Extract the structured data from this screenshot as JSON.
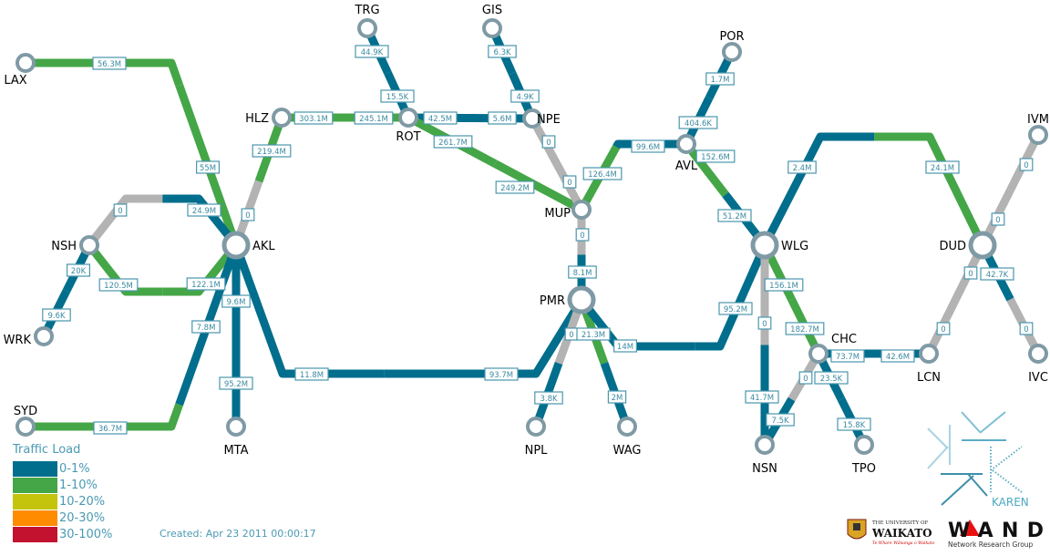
{
  "colors": {
    "0-1%": "#006e8c",
    "1-10%": "#44a647",
    "10-20%": "#c3c40b",
    "20-30%": "#ff8c00",
    "30-100%": "#c3122f",
    "none": "#b3b3b3",
    "node_ring": "#7f9aa5"
  },
  "legend": {
    "title": "Traffic Load",
    "items": [
      {
        "label": "0-1%",
        "color": "#006e8c"
      },
      {
        "label": "1-10%",
        "color": "#44a647"
      },
      {
        "label": "10-20%",
        "color": "#c3c40b"
      },
      {
        "label": "20-30%",
        "color": "#ff8c00"
      },
      {
        "label": "30-100%",
        "color": "#c3122f"
      }
    ]
  },
  "created": "Created: Apr 23 2011 00:00:17",
  "nodes": [
    "LAX",
    "TRG",
    "GIS",
    "POR",
    "HLZ",
    "ROT",
    "NPE",
    "AVL",
    "IVM",
    "MUP",
    "NSH",
    "AKL",
    "WLG",
    "DUD",
    "PMR",
    "WRK",
    "CHC",
    "LCN",
    "IVC",
    "SYD",
    "MTA",
    "NPL",
    "WAG",
    "NSN",
    "TPO"
  ],
  "links": [
    {
      "from": "LAX",
      "to": "AKL",
      "a": {
        "label": "56.3M",
        "load": "1-10%"
      },
      "b": {
        "label": "55M",
        "load": "1-10%"
      }
    },
    {
      "from": "TRG",
      "to": "ROT",
      "a": {
        "label": "44.9K",
        "load": "0-1%"
      },
      "b": {
        "label": "15.5K",
        "load": "0-1%"
      }
    },
    {
      "from": "GIS",
      "to": "NPE",
      "a": {
        "label": "6.3K",
        "load": "0-1%"
      },
      "b": {
        "label": "4.9K",
        "load": "0-1%"
      }
    },
    {
      "from": "POR",
      "to": "AVL",
      "a": {
        "label": "1.7M",
        "load": "0-1%"
      },
      "b": {
        "label": "404.6K",
        "load": "0-1%"
      }
    },
    {
      "from": "HLZ",
      "to": "ROT",
      "a": {
        "label": "303.1M",
        "load": "1-10%"
      },
      "b": {
        "label": "245.1M",
        "load": "1-10%"
      }
    },
    {
      "from": "ROT",
      "to": "NPE",
      "a": {
        "label": "42.5M",
        "load": "0-1%"
      },
      "b": {
        "label": "5.6M",
        "load": "0-1%"
      }
    },
    {
      "from": "ROT",
      "to": "MUP",
      "a": {
        "label": "261.7M",
        "load": "1-10%"
      },
      "b": {
        "label": "249.2M",
        "load": "1-10%"
      }
    },
    {
      "from": "NPE",
      "to": "MUP",
      "a": {
        "label": "0",
        "load": "none"
      },
      "b": {
        "label": "0",
        "load": "none"
      }
    },
    {
      "from": "HLZ",
      "to": "AKL",
      "a": {
        "label": "219.4M",
        "load": "1-10%"
      },
      "b": {
        "label": "0",
        "load": "none"
      }
    },
    {
      "from": "MUP",
      "to": "AVL",
      "a": {
        "label": "126.4M",
        "load": "1-10%"
      },
      "b": {
        "label": "99.6M",
        "load": "0-1%"
      }
    },
    {
      "from": "AVL",
      "to": "WLG",
      "a": {
        "label": "152.6M",
        "load": "1-10%"
      },
      "b": {
        "label": "51.2M",
        "load": "0-1%"
      }
    },
    {
      "from": "NSH",
      "to": "AKL",
      "a": {
        "label": "0",
        "load": "none"
      },
      "b": {
        "label": "24.9M",
        "load": "0-1%"
      }
    },
    {
      "from": "NSH",
      "to": "AKL",
      "a": {
        "label": "120.5M",
        "load": "1-10%"
      },
      "b": {
        "label": "122.1M",
        "load": "1-10%"
      }
    },
    {
      "from": "NSH",
      "to": "WRK",
      "a": {
        "label": "20K",
        "load": "0-1%"
      },
      "b": {
        "label": "9.6K",
        "load": "0-1%"
      }
    },
    {
      "from": "AKL",
      "to": "SYD",
      "a": {
        "label": "7.8M",
        "load": "0-1%"
      },
      "b": {
        "label": "36.7M",
        "load": "1-10%"
      }
    },
    {
      "from": "AKL",
      "to": "MTA",
      "a": {
        "label": "9.6M",
        "load": "0-1%"
      },
      "b": {
        "label": "95.2M",
        "load": "0-1%"
      }
    },
    {
      "from": "AKL",
      "to": "PMR",
      "a": {
        "label": "11.8M",
        "load": "0-1%"
      },
      "b": {
        "label": "93.7M",
        "load": "0-1%"
      }
    },
    {
      "from": "MUP",
      "to": "PMR",
      "a": {
        "label": "0",
        "load": "none"
      },
      "b": {
        "label": "8.1M",
        "load": "0-1%"
      }
    },
    {
      "from": "PMR",
      "to": "NPL",
      "a": {
        "label": "0",
        "load": "none"
      },
      "b": {
        "label": "3.8K",
        "load": "0-1%"
      }
    },
    {
      "from": "PMR",
      "to": "WAG",
      "a": {
        "label": "21.3M",
        "load": "1-10%"
      },
      "b": {
        "label": "2M",
        "load": "0-1%"
      }
    },
    {
      "from": "PMR",
      "to": "WLG",
      "a": {
        "label": "14M",
        "load": "0-1%"
      },
      "b": {
        "label": "95.2M",
        "load": "0-1%"
      }
    },
    {
      "from": "WLG",
      "to": "DUD",
      "a": {
        "label": "2.4M",
        "load": "0-1%"
      },
      "b": {
        "label": "24.1M",
        "load": "1-10%"
      }
    },
    {
      "from": "WLG",
      "to": "CHC",
      "a": {
        "label": "156.1M",
        "load": "1-10%"
      },
      "b": {
        "label": "182.7M",
        "load": "1-10%"
      }
    },
    {
      "from": "WLG",
      "to": "NSN",
      "a": {
        "label": "0",
        "load": "none"
      },
      "b": {
        "label": "41.7M",
        "load": "0-1%"
      }
    },
    {
      "from": "CHC",
      "to": "NSN",
      "a": {
        "label": "0",
        "load": "none"
      },
      "b": {
        "label": "7.5K",
        "load": "0-1%"
      }
    },
    {
      "from": "CHC",
      "to": "LCN",
      "a": {
        "label": "73.7M",
        "load": "0-1%"
      },
      "b": {
        "label": "42.6M",
        "load": "0-1%"
      }
    },
    {
      "from": "CHC",
      "to": "TPO",
      "a": {
        "label": "23.5K",
        "load": "0-1%"
      },
      "b": {
        "label": "15.8K",
        "load": "0-1%"
      }
    },
    {
      "from": "DUD",
      "to": "IVM",
      "a": {
        "label": "0",
        "load": "none"
      },
      "b": {
        "label": "0",
        "load": "none"
      }
    },
    {
      "from": "DUD",
      "to": "LCN",
      "a": {
        "label": "0",
        "load": "none"
      },
      "b": {
        "label": "0",
        "load": "none"
      }
    },
    {
      "from": "DUD",
      "to": "IVC",
      "a": {
        "label": "42.7K",
        "load": "0-1%"
      },
      "b": {
        "label": "0",
        "load": "none"
      }
    }
  ],
  "logos": {
    "karen": "KAREN",
    "waikato_top": "THE UNIVERSITY OF",
    "waikato_name": "WAIKATO",
    "waikato_motto": "Te Whare Wānanga o Waikato",
    "wand": "WAND",
    "wand_sub": "Network Research Group"
  }
}
